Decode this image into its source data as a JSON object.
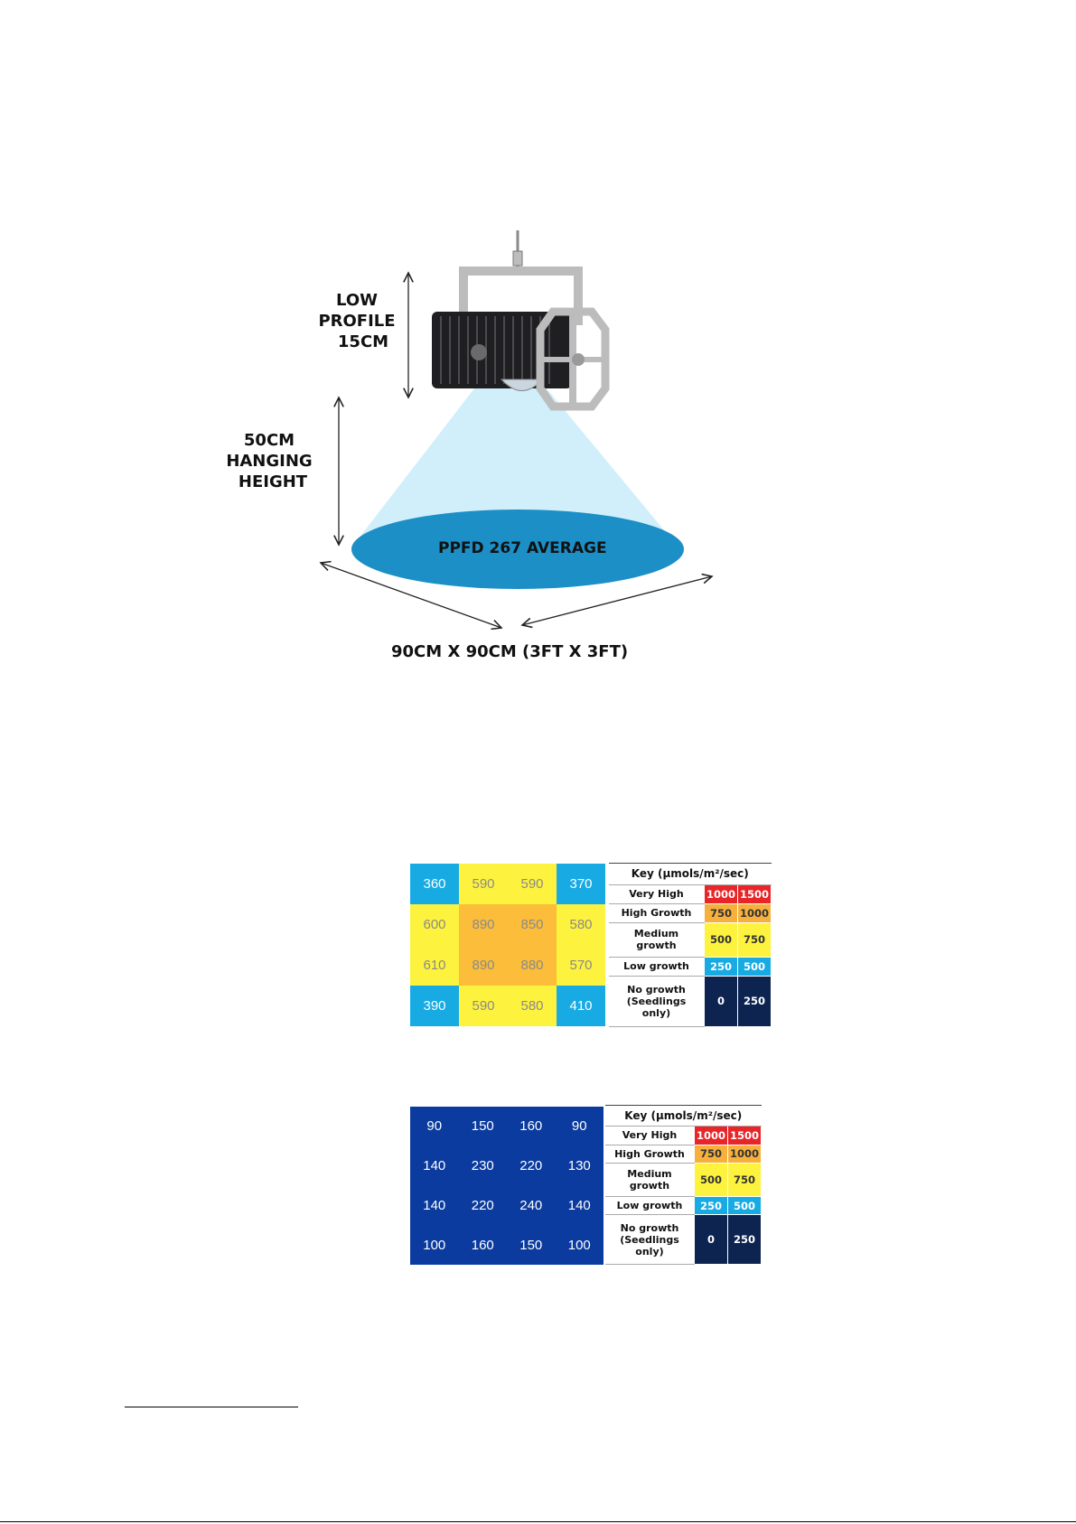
{
  "diagram": {
    "low_profile": [
      "LOW",
      "PROFILE",
      "15CM"
    ],
    "hanging_height": [
      "50CM",
      "HANGING",
      "HEIGHT"
    ],
    "ppfd": "PPFD 267 AVERAGE",
    "footprint": "90CM X 90CM (3FT X 3FT)",
    "colors": {
      "beam": "#cdeefa",
      "footprint_ellipse": "#1c8fc6",
      "fixture": "#1f1f22",
      "bracket": "#bcbcbc"
    }
  },
  "grid1": {
    "values": [
      [
        360,
        590,
        590,
        370
      ],
      [
        600,
        890,
        850,
        580
      ],
      [
        610,
        890,
        880,
        570
      ],
      [
        390,
        590,
        580,
        410
      ]
    ],
    "colors": [
      [
        "#18abe3",
        "#fdf23e",
        "#fdf23e",
        "#18abe3"
      ],
      [
        "#fdf23e",
        "#fbbd3a",
        "#fbbd3a",
        "#fdf23e"
      ],
      [
        "#fdf23e",
        "#fbbd3a",
        "#fbbd3a",
        "#fdf23e"
      ],
      [
        "#18abe3",
        "#fdf23e",
        "#fdf23e",
        "#18abe3"
      ]
    ],
    "text_colors": [
      [
        "#ffffff",
        "#8a8a8a",
        "#8a8a8a",
        "#ffffff"
      ],
      [
        "#8a8a8a",
        "#8a8a8a",
        "#8a8a8a",
        "#8a8a8a"
      ],
      [
        "#8a8a8a",
        "#8a8a8a",
        "#8a8a8a",
        "#8a8a8a"
      ],
      [
        "#ffffff",
        "#8a8a8a",
        "#8a8a8a",
        "#ffffff"
      ]
    ]
  },
  "grid2": {
    "values": [
      [
        90,
        150,
        160,
        90
      ],
      [
        140,
        230,
        220,
        130
      ],
      [
        140,
        220,
        240,
        140
      ],
      [
        100,
        160,
        150,
        100
      ]
    ],
    "color": "#0b3b9e",
    "text_color": "#ffffff"
  },
  "key": {
    "title": "Key (µmols/m²/sec)",
    "rows": [
      {
        "label": "Very High",
        "low": "1000",
        "high": "1500",
        "bg": "#e8262a",
        "fg": "#ffffff"
      },
      {
        "label": "High Growth",
        "low": "750",
        "high": "1000",
        "bg": "#f7b03c",
        "fg": "#333333"
      },
      {
        "label": "Medium growth",
        "low": "500",
        "high": "750",
        "bg": "#fdf23e",
        "fg": "#333333"
      },
      {
        "label": "Low growth",
        "low": "250",
        "high": "500",
        "bg": "#18abe3",
        "fg": "#ffffff"
      },
      {
        "label": "No growth (Seedlings only)",
        "low": "0",
        "high": "250",
        "bg": "#0d2350",
        "fg": "#ffffff"
      }
    ]
  }
}
